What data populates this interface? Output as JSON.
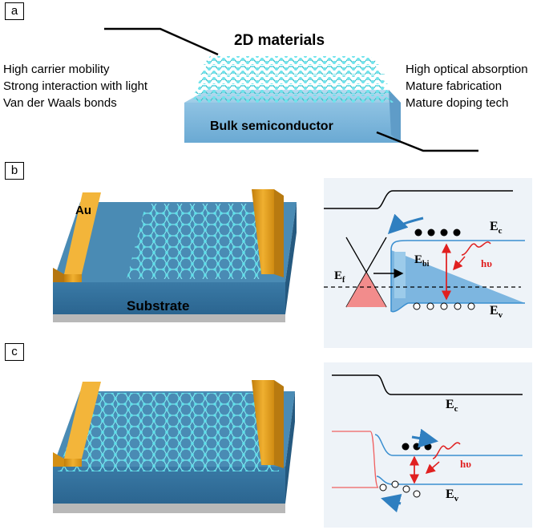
{
  "panels": {
    "a": {
      "label": "a",
      "title_2d": "2D materials",
      "bulk_label": "Bulk semiconductor",
      "left_properties": [
        "High carrier mobility",
        "Strong interaction with light",
        "Van der Waals bonds"
      ],
      "right_properties": [
        "High optical absorption",
        "Mature  fabrication",
        "Mature  doping tech"
      ]
    },
    "b": {
      "label": "b",
      "electrode_label": "Au",
      "substrate_label": "Substrate",
      "band": {
        "ec": "E",
        "ec_sub": "c",
        "ev": "E",
        "ev_sub": "v",
        "ef": "E",
        "ef_sub": "f",
        "ebi": "E",
        "ebi_sub": "bi",
        "photon": "hυ"
      }
    },
    "c": {
      "label": "c",
      "band": {
        "ec": "E",
        "ec_sub": "c",
        "ev": "E",
        "ev_sub": "v",
        "photon": "hυ"
      }
    }
  },
  "colors": {
    "substrate_top": "#3f7fa8",
    "substrate_front": "#2f6f9a",
    "gold": "#e3a21a",
    "lattice": "#49d8e3",
    "band_bg": "#eef3f8",
    "band_line": "#3a8fd0",
    "photon_red": "#e02020"
  }
}
